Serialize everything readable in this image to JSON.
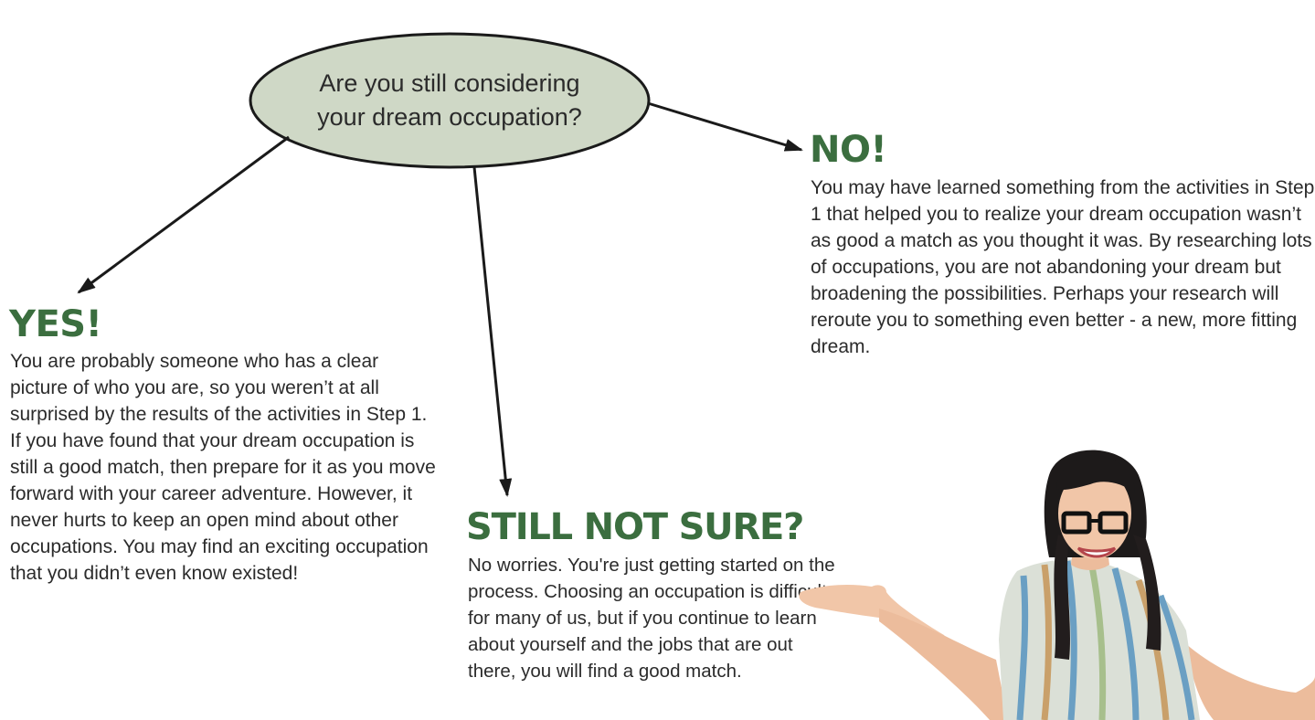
{
  "colors": {
    "accent": "#3b6e3f",
    "ellipse_fill": "#cfd8c6",
    "text": "#2b2b2b",
    "arrow": "#1a1a1a"
  },
  "question": {
    "text": "Are you still considering your dream occupation?"
  },
  "branches": {
    "no": {
      "heading": "NO!",
      "text": "You may have learned something from the activities in Step 1 that helped you to realize your dream occupation wasn’t as good a match as you thought it was. By researching lots of occupations, you are not abandoning your dream but broadening the possibilities. Perhaps your research will reroute you to something even better - a new, more fitting dream."
    },
    "yes": {
      "heading": "YES!",
      "text": "You are probably someone who has a clear picture of who you are, so you weren’t at all surprised by the results of the activities in Step 1. If you have found that your dream occupation is still a good match, then prepare for it as you move forward with your career adventure. However, it never hurts to keep an open mind about other occupations. You may find an exciting occupation that you didn’t even know existed!"
    },
    "not_sure": {
      "heading": "STILL NOT SURE?",
      "text": "No worries. You're just getting started on the process. Choosing an occupation is difficult for many of us, but if you continue to learn about yourself and the jobs that are out there, you will find a good match."
    }
  },
  "illustration": {
    "icon": "shrugging-woman-icon"
  }
}
